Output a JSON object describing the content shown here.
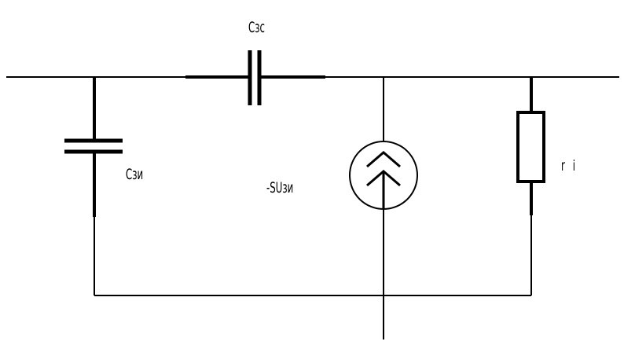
{
  "labels": {
    "gate_drain_capacitance": "Cзс",
    "gate_source_capacitance": "Cзи",
    "current_source": "-SUзи",
    "internal_resistance": "r i"
  },
  "colors": {
    "stroke": "#000000",
    "background": "#ffffff"
  }
}
